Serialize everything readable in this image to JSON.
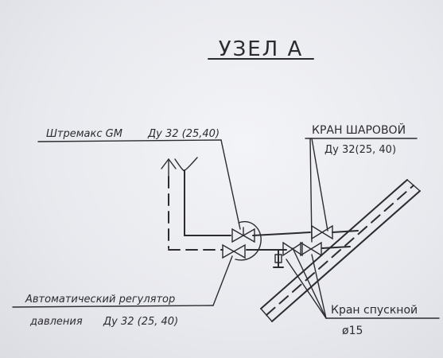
{
  "title": "УЗЕЛ А",
  "labels": {
    "top_left_name": "Штремакс GM",
    "top_left_size": "Ду 32 (25,40)",
    "top_right_name": "КРАН ШАРОВОЙ",
    "top_right_size": "Ду 32(25, 40)",
    "bottom_left_line1": "Автоматический регулятор",
    "bottom_left_line2_name": "давления",
    "bottom_left_line2_size": "Ду 32 (25, 40)",
    "bottom_right_name": "Кран спускной",
    "bottom_right_size": "ø15"
  }
}
